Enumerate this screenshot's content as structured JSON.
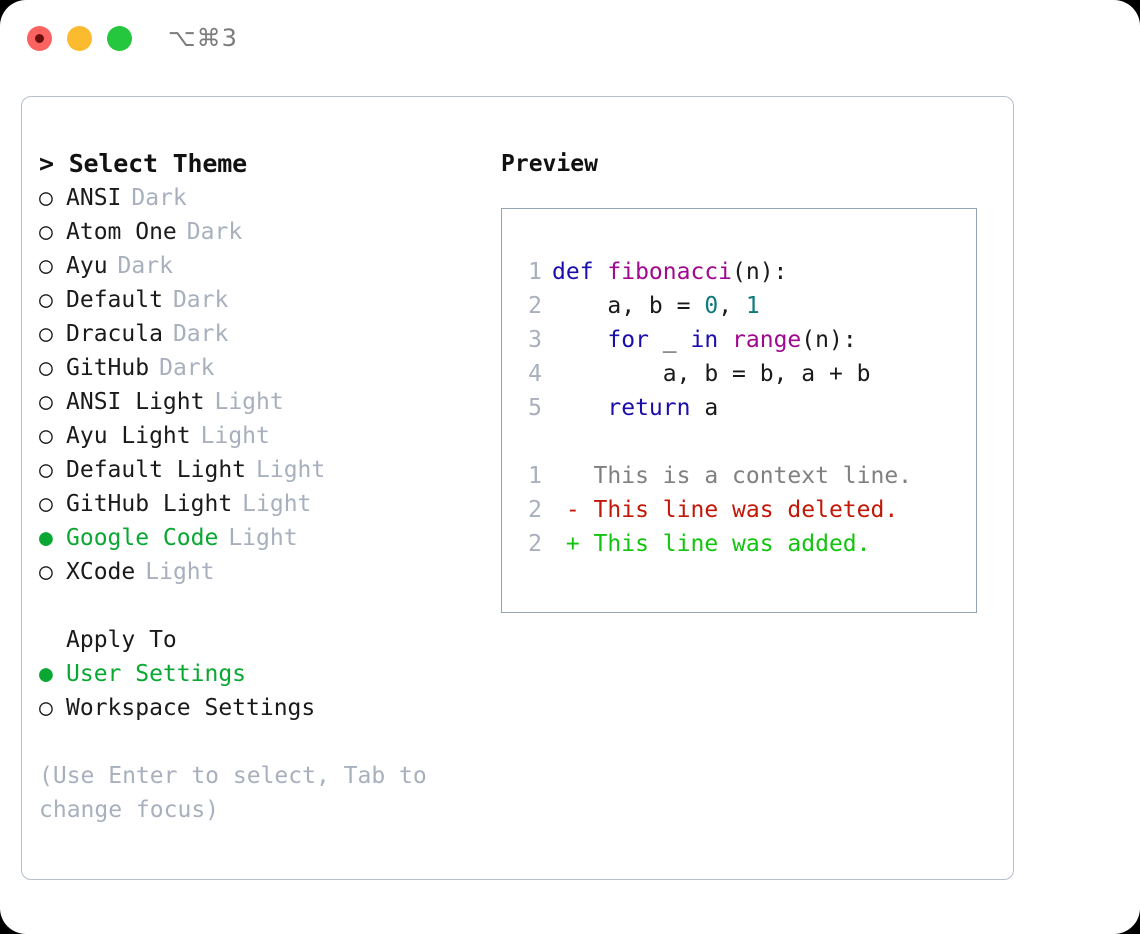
{
  "titlebar": {
    "shortcut": "⌥⌘3",
    "lights": [
      {
        "name": "close",
        "color": "#fa6360"
      },
      {
        "name": "minimize",
        "color": "#fcbb2e"
      },
      {
        "name": "maximize",
        "color": "#24c73d"
      }
    ]
  },
  "theme_picker": {
    "heading": "> Select Theme",
    "marker_off": "○",
    "marker_on": "●",
    "items": [
      {
        "label": "ANSI",
        "kind": "Dark",
        "selected": false
      },
      {
        "label": "Atom One",
        "kind": "Dark",
        "selected": false
      },
      {
        "label": "Ayu",
        "kind": "Dark",
        "selected": false
      },
      {
        "label": "Default",
        "kind": "Dark",
        "selected": false
      },
      {
        "label": "Dracula",
        "kind": "Dark",
        "selected": false
      },
      {
        "label": "GitHub",
        "kind": "Dark",
        "selected": false
      },
      {
        "label": "ANSI Light",
        "kind": "Light",
        "selected": false
      },
      {
        "label": "Ayu Light",
        "kind": "Light",
        "selected": false
      },
      {
        "label": "Default Light",
        "kind": "Light",
        "selected": false
      },
      {
        "label": "GitHub Light",
        "kind": "Light",
        "selected": false
      },
      {
        "label": "Google Code",
        "kind": "Light",
        "selected": true
      },
      {
        "label": "XCode",
        "kind": "Light",
        "selected": false
      }
    ]
  },
  "apply_to": {
    "heading": "Apply To",
    "items": [
      {
        "label": "User Settings",
        "selected": true
      },
      {
        "label": "Workspace Settings",
        "selected": false
      }
    ]
  },
  "hint": "(Use Enter to select, Tab to change focus)",
  "preview": {
    "title": "Preview",
    "code_lines": [
      {
        "num": "1",
        "tokens": [
          {
            "t": "def ",
            "c": "tok-kw"
          },
          {
            "t": "fibonacci",
            "c": "tok-fn"
          },
          {
            "t": "(n):",
            "c": "tok-pl"
          }
        ]
      },
      {
        "num": "2",
        "tokens": [
          {
            "t": "    a, b = ",
            "c": "tok-pl"
          },
          {
            "t": "0",
            "c": "tok-num"
          },
          {
            "t": ", ",
            "c": "tok-pl"
          },
          {
            "t": "1",
            "c": "tok-num"
          }
        ]
      },
      {
        "num": "3",
        "tokens": [
          {
            "t": "    for ",
            "c": "tok-kw"
          },
          {
            "t": "_ ",
            "c": "tok-pl"
          },
          {
            "t": "in ",
            "c": "tok-kw"
          },
          {
            "t": "range",
            "c": "tok-fn"
          },
          {
            "t": "(n):",
            "c": "tok-pl"
          }
        ]
      },
      {
        "num": "4",
        "tokens": [
          {
            "t": "        a, b = b, a + b",
            "c": "tok-pl"
          }
        ]
      },
      {
        "num": "5",
        "tokens": [
          {
            "t": "    return ",
            "c": "tok-kw"
          },
          {
            "t": "a",
            "c": "tok-pl"
          }
        ]
      }
    ],
    "diff_lines": [
      {
        "num": "1",
        "marker": "  ",
        "text": "This is a context line.",
        "c": "tok-ctx"
      },
      {
        "num": "2",
        "marker": "- ",
        "text": "This line was deleted.",
        "c": "tok-del"
      },
      {
        "num": "2",
        "marker": "+ ",
        "text": "This line was added.",
        "c": "tok-add"
      }
    ]
  },
  "colors": {
    "accent_green": "#0aa832",
    "muted": "#a8b0bd",
    "border": "#b6bfcb",
    "preview_border": "#94a3b8",
    "keyword": "#1a0dab",
    "function": "#a0098f",
    "number": "#0d7b7b",
    "diff_delete": "#c21807",
    "diff_add": "#13c40f"
  }
}
